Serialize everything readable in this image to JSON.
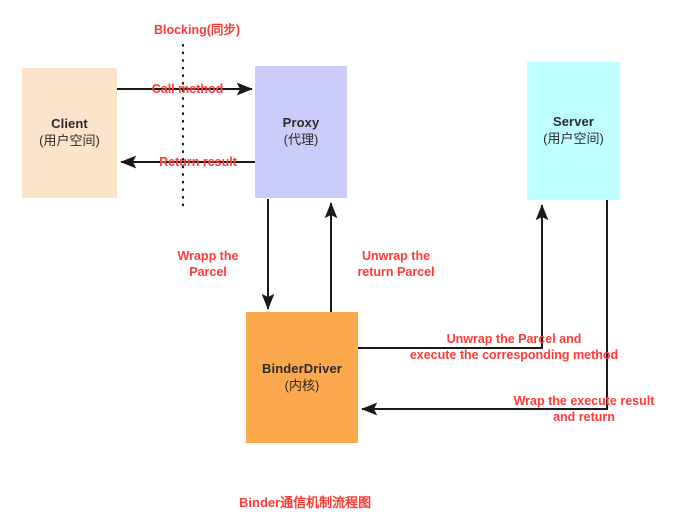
{
  "diagram": {
    "title": "Binder通信机制流程图",
    "accent_color": "#ff3b36",
    "text_color": "#2b2b2b",
    "background": "#ffffff",
    "nodes": [
      {
        "id": "client",
        "name": "Client",
        "sub": "(用户空间)",
        "color": "#fce3cb"
      },
      {
        "id": "proxy",
        "name": "Proxy",
        "sub": "(代理)",
        "color": "#ccccfa"
      },
      {
        "id": "server",
        "name": "Server",
        "sub": "(用户空间)",
        "color": "#bffefe"
      },
      {
        "id": "binderdriver",
        "name": "BinderDriver",
        "sub": "(内核)",
        "color": "#fba94c"
      }
    ],
    "edge_labels": [
      {
        "id": "blocking",
        "text": "Blocking(同步)"
      },
      {
        "id": "call_method",
        "text": "Call method"
      },
      {
        "id": "return_result",
        "text": "Return result"
      },
      {
        "id": "wrapp_parcel",
        "text": "Wrapp the\nParcel"
      },
      {
        "id": "unwrap_return",
        "text": "Unwrap the\nreturn Parcel"
      },
      {
        "id": "unwrap_exec",
        "text": "Unwrap the Parcel and\nexecute the corresponding method"
      },
      {
        "id": "wrap_result",
        "text": "Wrap the execute result\nand return"
      }
    ]
  }
}
